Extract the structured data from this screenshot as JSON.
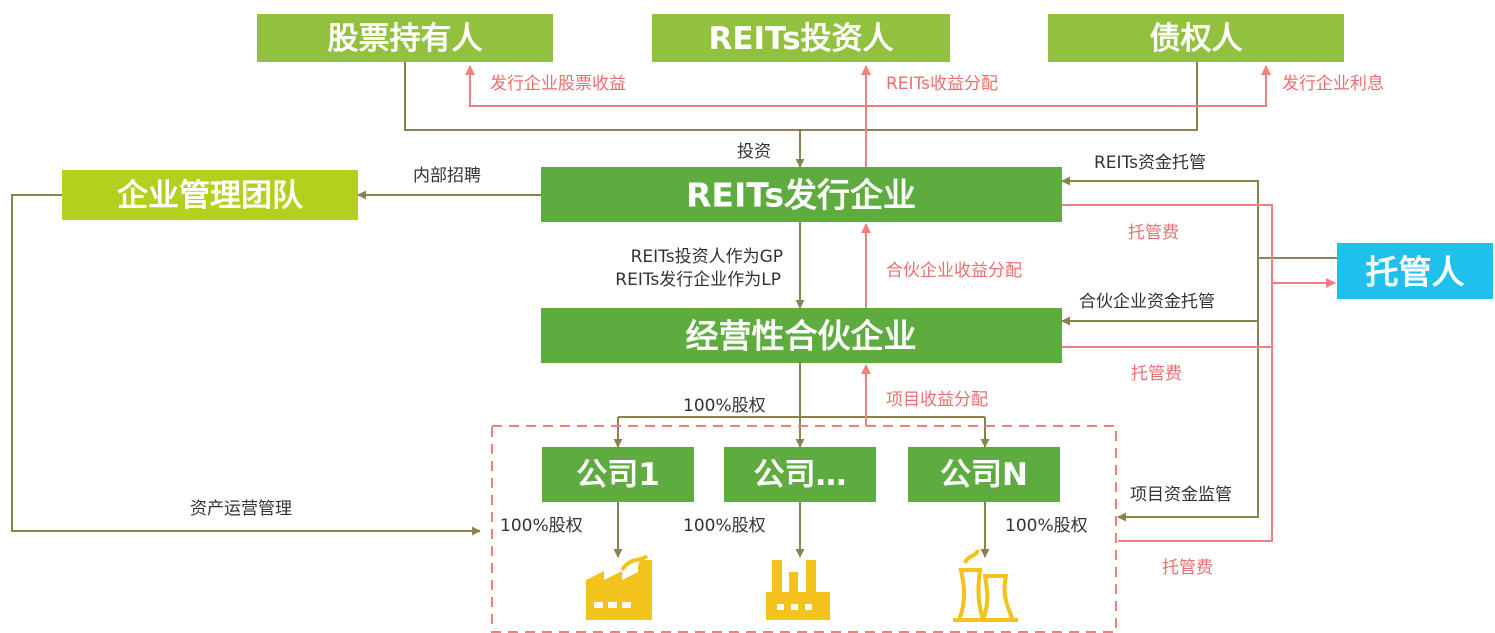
{
  "colors": {
    "dark_green": "#5eac3f",
    "light_green": "#91c13e",
    "cyan": "#1fc1ec",
    "olive_line": "#8a8350",
    "pink_line": "#f08080",
    "factory_yellow": "#f3c21d"
  },
  "boxes": {
    "shareholders": "股票持有人",
    "reits_investors": "REITs投资人",
    "creditors": "债权人",
    "mgmt_team": "企业管理团队",
    "reits_issuer": "REITs发行企业",
    "custodian": "托管人",
    "partnership": "经营性合伙企业",
    "company_1": "公司1",
    "company_etc": "公司…",
    "company_n": "公司N"
  },
  "labels": {
    "issuer_stock_income": "发行企业股票收益",
    "reits_income_dist": "REITs收益分配",
    "issuer_interest": "发行企业利息",
    "invest": "投资",
    "internal_hire": "内部招聘",
    "reits_fund_custody": "REITs资金托管",
    "custody_fee_1": "托管费",
    "gp_line": "REITs投资人作为GP",
    "lp_line": "REITs发行企业作为LP",
    "partnership_income_dist": "合伙企业收益分配",
    "partnership_fund_custody": "合伙企业资金托管",
    "custody_fee_2": "托管费",
    "equity_100_top": "100%股权",
    "project_income_dist": "项目收益分配",
    "asset_operation": "资产运营管理",
    "project_fund_supervision": "项目资金监管",
    "equity_100_c1": "100%股权",
    "equity_100_c2": "100%股权",
    "equity_100_cn": "100%股权",
    "custody_fee_3": "托管费"
  },
  "icons": [
    "factory-icon",
    "factory-chimneys-icon",
    "cooling-tower-icon"
  ]
}
